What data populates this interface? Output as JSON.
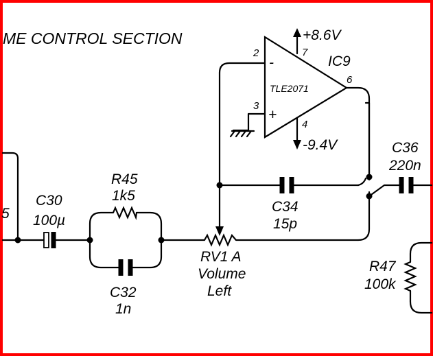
{
  "title": "ME CONTROL SECTION",
  "colors": {
    "border": "#ff0000",
    "wire": "#000000",
    "background": "#ffffff"
  },
  "icons": [
    "ground-symbol",
    "arrow-up",
    "arrow-down",
    "opamp-triangle"
  ],
  "opamp": {
    "model": "TLE2071",
    "ref": "IC9",
    "pin_inverting": "2",
    "pin_noninverting": "3",
    "pin_vplus": "7",
    "pin_vminus": "4",
    "pin_output": "6",
    "minus_sign": "-",
    "plus_sign": "+",
    "vplus": "+8.6V",
    "vminus": "-9.4V"
  },
  "components": {
    "c30": {
      "ref": "C30",
      "value": "100µ"
    },
    "r45": {
      "ref": "R45",
      "value": "1k5"
    },
    "c32": {
      "ref": "C32",
      "value": "1n"
    },
    "c34": {
      "ref": "C34",
      "value": "15p"
    },
    "c36": {
      "ref": "C36",
      "value": "220n"
    },
    "r47": {
      "ref": "R47",
      "value": "100k"
    },
    "rv1": {
      "ref": "RV1 A",
      "line2": "Volume",
      "line3": "Left"
    }
  },
  "edge_fragment": "5"
}
